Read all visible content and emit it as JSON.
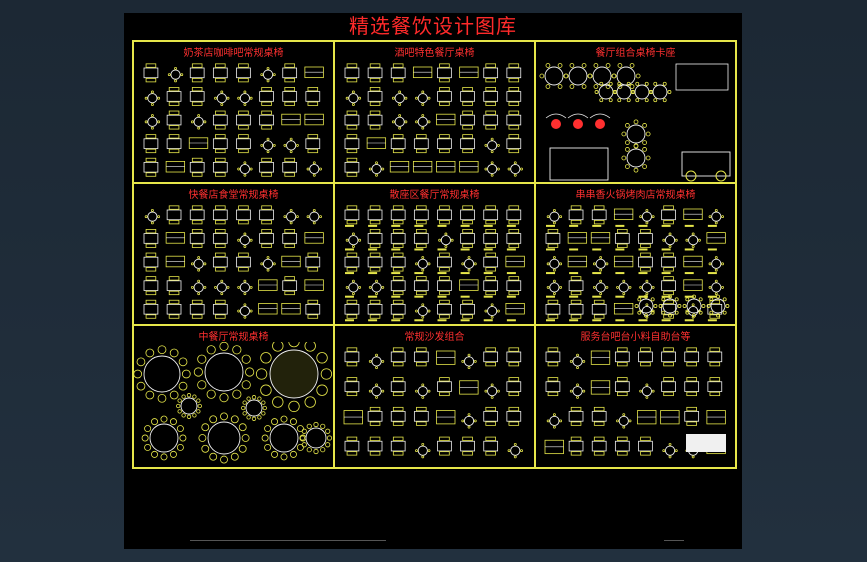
{
  "sheet": {
    "title": "精选餐饮设计图库"
  },
  "panels": [
    {
      "title": "奶茶店咖啡吧常规桌椅"
    },
    {
      "title": "酒吧特色餐厅桌椅"
    },
    {
      "title": "餐厅组合桌椅卡座"
    },
    {
      "title": "快餐店食堂常规桌椅"
    },
    {
      "title": "散座区餐厅常规桌椅"
    },
    {
      "title": "串串香火锅烤肉店常规桌椅"
    },
    {
      "title": "中餐厅常规桌椅"
    },
    {
      "title": "常规沙发组合"
    },
    {
      "title": "服务台吧台小料自助台等"
    }
  ],
  "colors": {
    "background": "#000000",
    "line": "#e6e64a",
    "title": "#ff2a2a",
    "accent": "#ff3030"
  }
}
